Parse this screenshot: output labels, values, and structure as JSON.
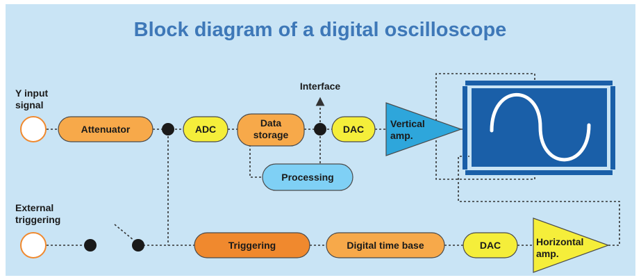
{
  "title": "Block diagram of a digital oscilloscope",
  "labels": {
    "y_input_line1": "Y input",
    "y_input_line2": "signal",
    "external_line1": "External",
    "external_line2": "triggering",
    "interface": "Interface"
  },
  "blocks": {
    "attenuator": "Attenuator",
    "adc": "ADC",
    "data_storage_line1": "Data",
    "data_storage_line2": "storage",
    "dac_vertical": "DAC",
    "processing": "Processing",
    "vertical_amp_line1": "Vertical",
    "vertical_amp_line2": "amp.",
    "triggering": "Triggering",
    "digital_time_base": "Digital time base",
    "dac_horizontal": "DAC",
    "horizontal_amp_line1": "Horizontal",
    "horizontal_amp_line2": "amp."
  },
  "colors": {
    "background": "#c9e4f5",
    "title": "#3e78b8",
    "orange_light": "#f7a94a",
    "orange_dark": "#f0892e",
    "yellow": "#f5ee3a",
    "blue_light": "#7fd0f5",
    "blue_amp": "#2ea6db",
    "screen": "#1a5fa8",
    "input_circle": "#f0892e"
  },
  "icons": {
    "screen_trace": "sine-wave-icon",
    "interface_arrow": "arrow-up-icon"
  }
}
